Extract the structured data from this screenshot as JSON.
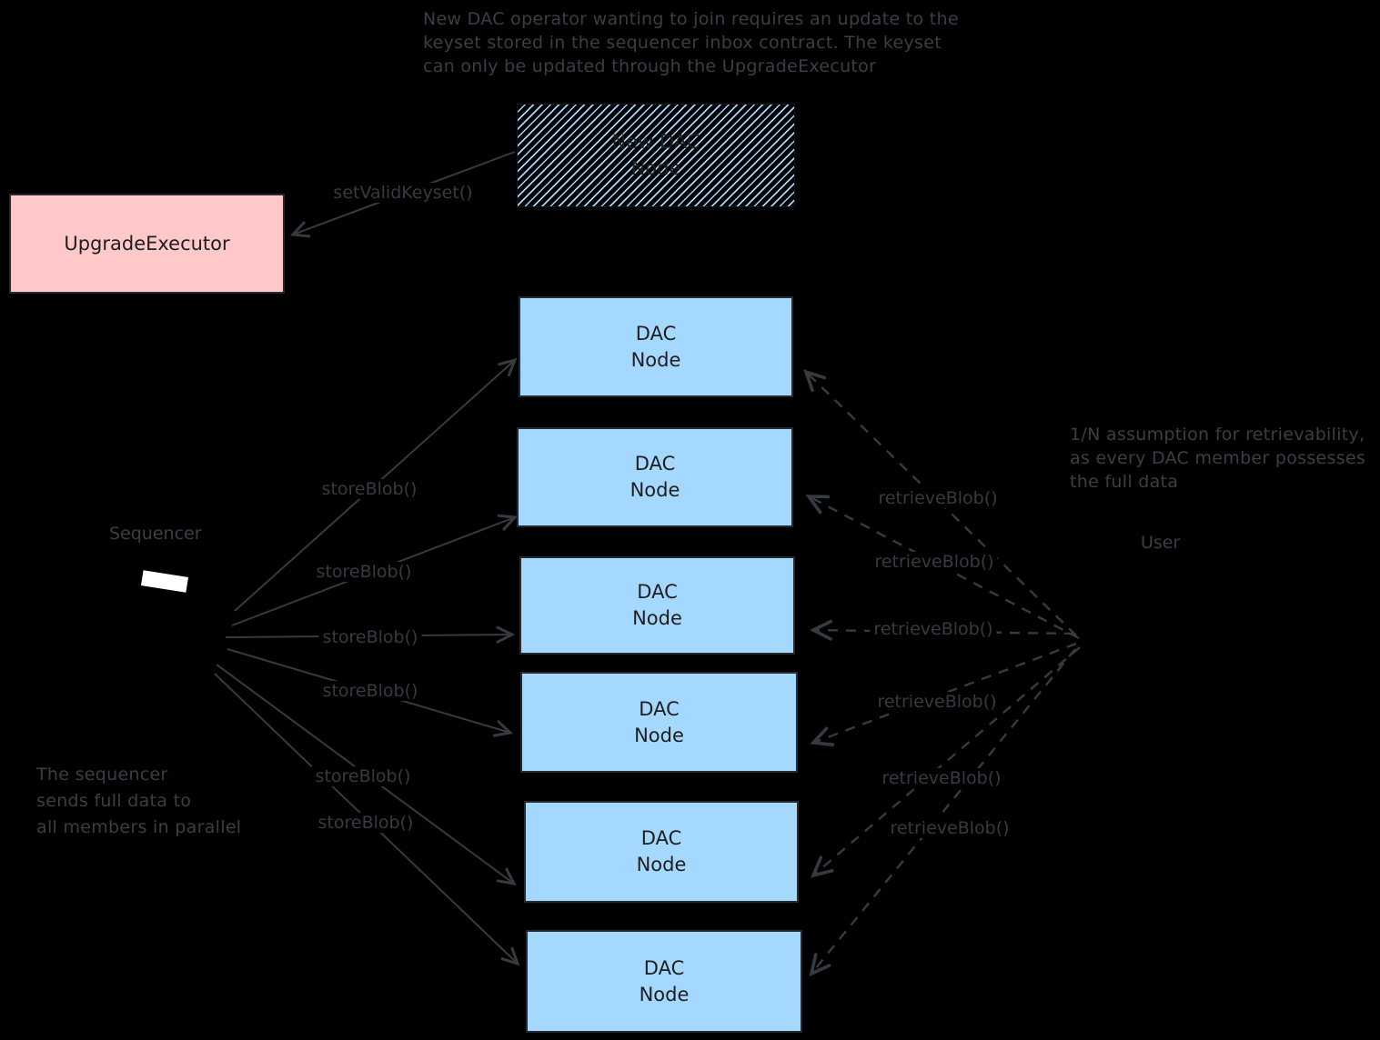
{
  "notes": {
    "top": "New DAC operator wanting to join requires an update to the\nkeyset stored in the sequencer inbox contract. The keyset\ncan only be updated through the UpgradeExecutor",
    "right": "1/N assumption for retrievability,\nas every DAC member possesses\nthe full data",
    "left_bottom": "The sequencer\nsends full data to\nall members in parallel"
  },
  "labels": {
    "sequencer": "Sequencer",
    "user": "User"
  },
  "boxes": {
    "upgrade_executor": "UpgradeExecutor",
    "new_dac_node_line1": "New DAC",
    "new_dac_node_line2": "Node",
    "dac_node_line1": "DAC",
    "dac_node_line2": "Node"
  },
  "edges": {
    "set_valid_keyset": "setValidKeyset()",
    "store_blob": "storeBlob()",
    "retrieve_blob": "retrieveBlob()"
  },
  "colors": {
    "background": "#000000",
    "pink_fill": "#ffc9c9",
    "blue_fill": "#a5d8ff",
    "box_ink": "#1e1e1e",
    "stroke_gray": "#363b41"
  }
}
